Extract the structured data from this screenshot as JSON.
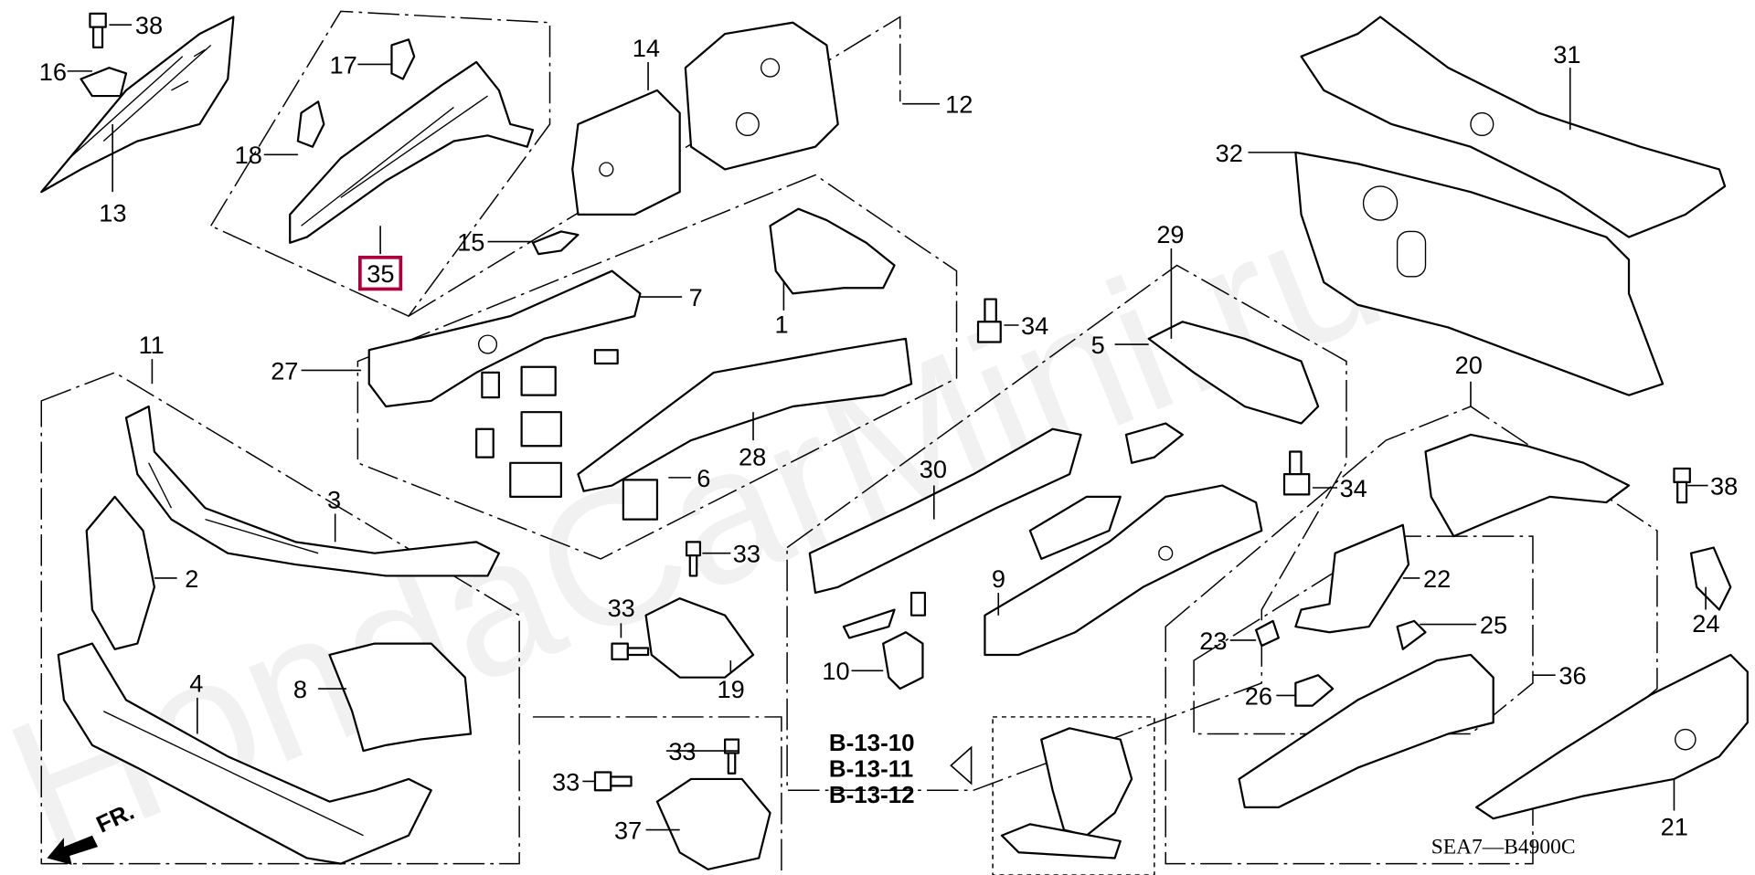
{
  "watermark": "HondaCarMini.ru",
  "diagram_code": "SEA7—B4900C",
  "direction_label": "FR.",
  "highlighted_callout": "35",
  "highlight_color": "#b0003a",
  "reference_links": [
    "B-13-10",
    "B-13-11",
    "B-13-12"
  ],
  "callouts": {
    "c1": "1",
    "c2": "2",
    "c3": "3",
    "c4": "4",
    "c5": "5",
    "c6": "6",
    "c7": "7",
    "c8": "8",
    "c9": "9",
    "c10": "10",
    "c11": "11",
    "c12": "12",
    "c13": "13",
    "c14": "14",
    "c15": "15",
    "c16": "16",
    "c17": "17",
    "c18": "18",
    "c19": "19",
    "c20": "20",
    "c21": "21",
    "c22": "22",
    "c23": "23",
    "c24": "24",
    "c25": "25",
    "c26": "26",
    "c27": "27",
    "c28": "28",
    "c29": "29",
    "c30": "30",
    "c31": "31",
    "c32": "32",
    "c33": "33",
    "c34": "34",
    "c35": "35",
    "c36": "36",
    "c37": "37",
    "c38": "38"
  }
}
